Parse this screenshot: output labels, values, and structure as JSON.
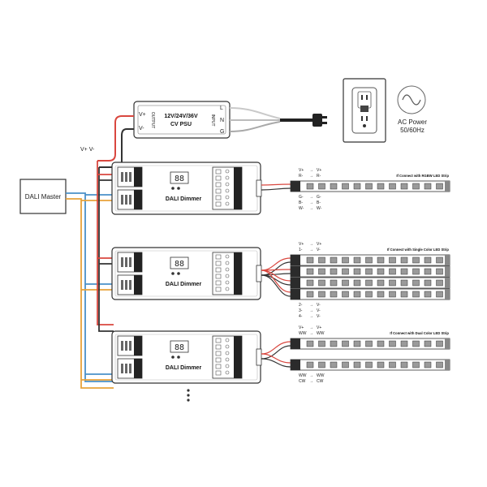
{
  "psu": {
    "title": "12V/24V/36V",
    "subtitle": "CV PSU",
    "output_label": "OUTPUT",
    "input_label": "INPUT",
    "out_pos": "V+",
    "out_neg": "V-",
    "in_l": "L",
    "in_n": "N",
    "in_g": "G"
  },
  "power_wire_label": "V+  V-",
  "ac_power": {
    "line1": "AC Power",
    "line2": "50/60Hz"
  },
  "dali_master": {
    "label": "DALI Master"
  },
  "dimmers": [
    {
      "label": "DALI Dimmer"
    },
    {
      "label": "DALI Dimmer"
    },
    {
      "label": "DALI Dimmer"
    }
  ],
  "strip_sections": [
    {
      "title": "If Connect with RGBW LED Strip",
      "top_mapping": [
        {
          "from": "V+",
          "to": "V+"
        },
        {
          "from": "R-",
          "to": "R-"
        }
      ],
      "bottom_mapping": [
        {
          "from": "G-",
          "to": "G-"
        },
        {
          "from": "B-",
          "to": "B-"
        },
        {
          "from": "W-",
          "to": "W-"
        }
      ]
    },
    {
      "title": "If Connect with Single Color LED Strip",
      "top_mapping": [
        {
          "from": "V+",
          "to": "V+"
        },
        {
          "from": "1-",
          "to": "V-"
        }
      ],
      "bottom_mapping": [
        {
          "from": "2-",
          "to": "V-"
        },
        {
          "from": "3-",
          "to": "V-"
        },
        {
          "from": "4-",
          "to": "V-"
        }
      ]
    },
    {
      "title": "If Connect with Dual Color LED Strip",
      "top_mapping": [
        {
          "from": "V+",
          "to": "V+"
        },
        {
          "from": "WW",
          "to": "WW"
        }
      ],
      "bottom_mapping": [
        {
          "from": "WW",
          "to": "WW"
        },
        {
          "from": "CW",
          "to": "CW"
        }
      ]
    }
  ],
  "colors": {
    "wire_red": "#d9473f",
    "wire_black": "#333333",
    "wire_blue": "#4a90c8",
    "wire_orange": "#e8a23a",
    "led_strip": "#2b2b2b",
    "led_chip": "#9a9a9a"
  }
}
